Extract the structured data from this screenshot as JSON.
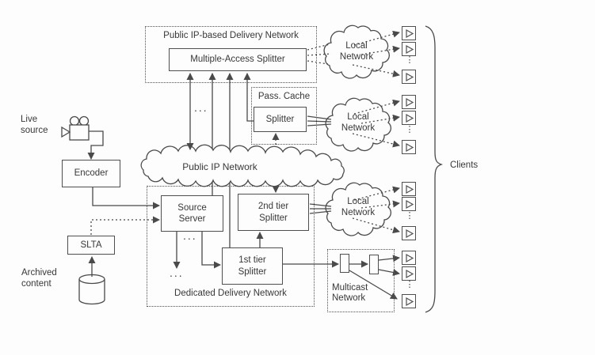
{
  "figure": {
    "live_source": {
      "line1": "Live",
      "line2": "source"
    },
    "encoder": "Encoder",
    "slta": "SLTA",
    "archived_content": {
      "line1": "Archived",
      "line2": "content"
    },
    "public_delivery": {
      "title": "Public IP-based Delivery Network",
      "splitter": "Multiple-Access Splitter"
    },
    "pass_cache": {
      "title": "Pass. Cache",
      "splitter": "Splitter"
    },
    "public_ip_cloud": "Public IP Network",
    "dedicated": {
      "title": "Dedicated Delivery Network",
      "source_server": {
        "line1": "Source",
        "line2": "Server"
      },
      "tier2": {
        "line1": "2nd tier",
        "line2": "Splitter"
      },
      "tier1": {
        "line1": "1st tier",
        "line2": "Splitter"
      }
    },
    "local_networks": [
      {
        "line1": "Local",
        "line2": "Network"
      },
      {
        "line1": "Local",
        "line2": "Network"
      },
      {
        "line1": "Local",
        "line2": "Network"
      }
    ],
    "multicast": {
      "line1": "Multicast",
      "line2": "Network"
    },
    "clients_label": "Clients",
    "ellipsis_horizontal": "...",
    "ellipsis_vertical": "⋮",
    "colors": {
      "line": "#4a4a4a",
      "text": "#383838",
      "background": "#fdfdfd"
    }
  }
}
